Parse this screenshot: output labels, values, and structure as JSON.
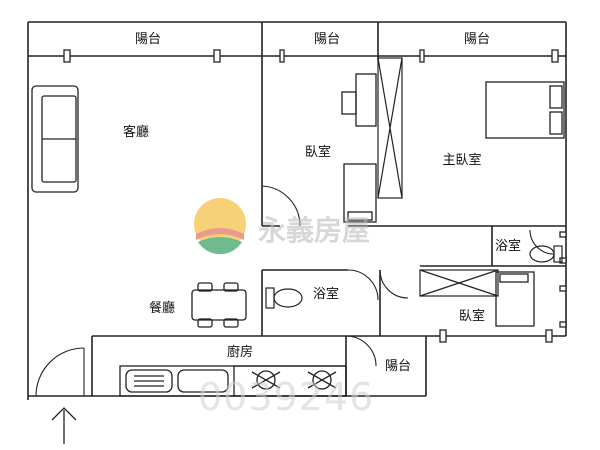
{
  "rooms": {
    "balcony_top_left": "陽台",
    "balcony_top_mid": "陽台",
    "balcony_top_right": "陽台",
    "living_room": "客廳",
    "bedroom_mid": "臥室",
    "master_bedroom": "主臥室",
    "bathroom_right": "浴室",
    "bathroom_center": "浴室",
    "dining_room": "餐廳",
    "bedroom_bottom": "臥室",
    "kitchen": "廚房",
    "balcony_bottom": "陽台"
  },
  "watermark": {
    "brand": "永義房屋",
    "number": "0039246"
  },
  "colors": {
    "wall": "#222222",
    "logo_yellow": "#f4c24a",
    "logo_red": "#e07a6a",
    "logo_green": "#3fa56a"
  },
  "icons": [
    "entrance-arrow-icon",
    "logo-icon"
  ]
}
